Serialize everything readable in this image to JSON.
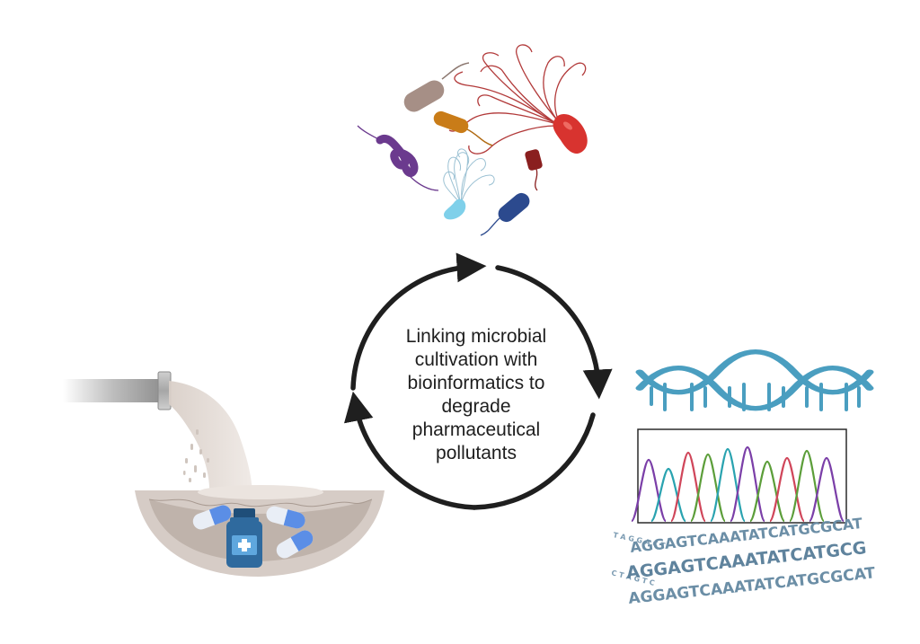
{
  "center_label": {
    "lines": [
      "Linking microbial",
      "cultivation with",
      "bioinformatics to",
      "degrade",
      "pharmaceutical",
      "pollutants"
    ]
  },
  "sequence": {
    "row1": "AGGAGTCAAATATCATGCGCAT",
    "row2": "AGGAGTCAAATATCATGCG",
    "row3": "AGGAGTCAAATATCATGCGCAT"
  },
  "icons": {
    "cycle": "cycle-arrows-icon",
    "bacteria": "bacteria-cluster-icon",
    "dna": "dna-helix-icon",
    "chromatogram": "chromatogram-icon",
    "pipe": "pipe-icon",
    "bowl": "wastewater-bowl-icon",
    "bottle": "medicine-bottle-icon",
    "pill": "pill-capsule-icon"
  },
  "colors": {
    "arrow": "#1f1f1f",
    "dna": "#4a9ec0",
    "bowl": "#d6ccc6",
    "bowl_inner": "#bfb3ab",
    "bottle": "#2f6a9e",
    "pill_blue": "#5b8ee6",
    "peak_purple": "#7b3fa8",
    "peak_teal": "#2aa3b0",
    "peak_green": "#5c9e3a",
    "peak_red": "#d0465a"
  }
}
